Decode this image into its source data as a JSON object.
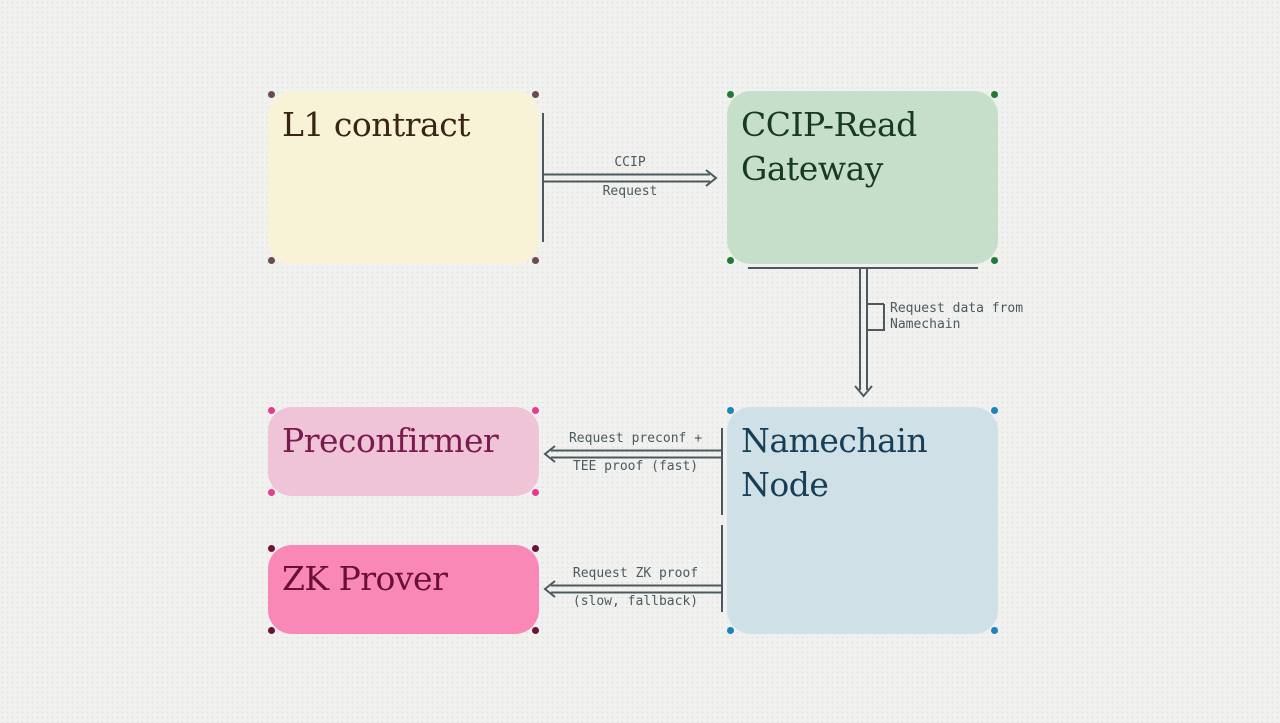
{
  "diagram": {
    "nodes": {
      "l1_contract": {
        "label": "L1 contract",
        "fill": "#f8f3d6",
        "text_color": "#3a2416",
        "handle_color": "#6b4c47"
      },
      "ccip_gateway": {
        "label": "CCIP-Read\nGateway",
        "fill": "#c6dfca",
        "text_color": "#163a22",
        "handle_color": "#1f7a35"
      },
      "preconfirmer": {
        "label": "Preconfirmer",
        "fill": "#f0c4d7",
        "text_color": "#7a1a4e",
        "handle_color": "#e83a8e"
      },
      "zk_prover": {
        "label": "ZK Prover",
        "fill": "#f988b6",
        "text_color": "#6a1036",
        "handle_color": "#6d1335"
      },
      "namechain_node": {
        "label": "Namechain\nNode",
        "fill": "#cfe1e6",
        "text_color": "#173e57",
        "handle_color": "#1c82c0"
      }
    },
    "edges": {
      "ccip_request": {
        "line1": "CCIP",
        "line2": "Request"
      },
      "request_data": {
        "line1": "Request data from",
        "line2": "Namechain"
      },
      "request_preconf": {
        "line1": "Request preconf +",
        "line2": "TEE proof (fast)"
      },
      "request_zk": {
        "line1": "Request ZK proof",
        "line2": "(slow, fallback)"
      }
    },
    "edge_color": "#4b5a5f"
  }
}
